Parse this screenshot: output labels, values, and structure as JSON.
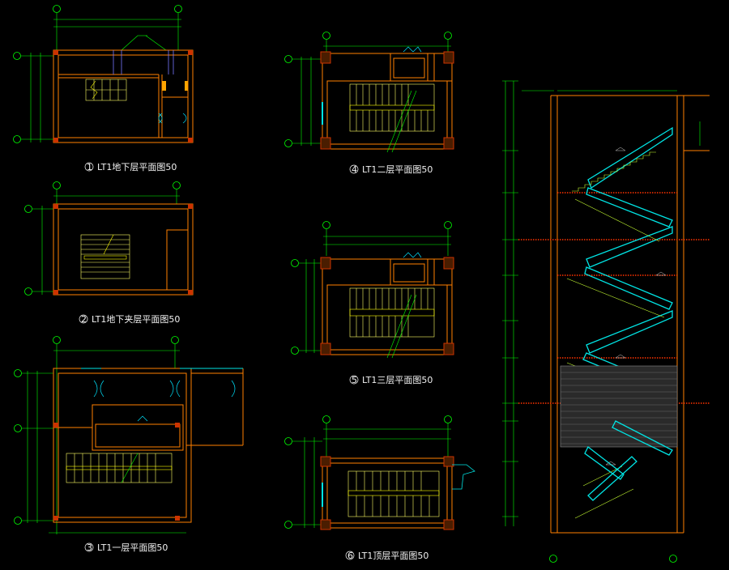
{
  "colors": {
    "background": "#000000",
    "wall": "#ff7f00",
    "wall_fill": "#4a1d00",
    "column": "#cc3300",
    "dimension": "#00ff00",
    "axis": "#00ff00",
    "stair_tread": "#ffff66",
    "stair_section": "#00e5e5",
    "handrail": "#ffff00",
    "door": "#00e5ff",
    "text": "#ffffff",
    "hatch": "#ffffff"
  },
  "plans": [
    {
      "id": "plan1",
      "number": "1",
      "title": "LT1地下层平面图50"
    },
    {
      "id": "plan2",
      "number": "2",
      "title": "LT1地下夹层平面图50"
    },
    {
      "id": "plan3",
      "number": "3",
      "title": "LT1一层平面图50"
    },
    {
      "id": "plan4",
      "number": "4",
      "title": "LT1二层平面图50"
    },
    {
      "id": "plan5",
      "number": "5",
      "title": "LT1三层平面图50"
    },
    {
      "id": "plan6",
      "number": "6",
      "title": "LT1顶层平面图50"
    }
  ],
  "section": {
    "id": "section",
    "title": ""
  }
}
